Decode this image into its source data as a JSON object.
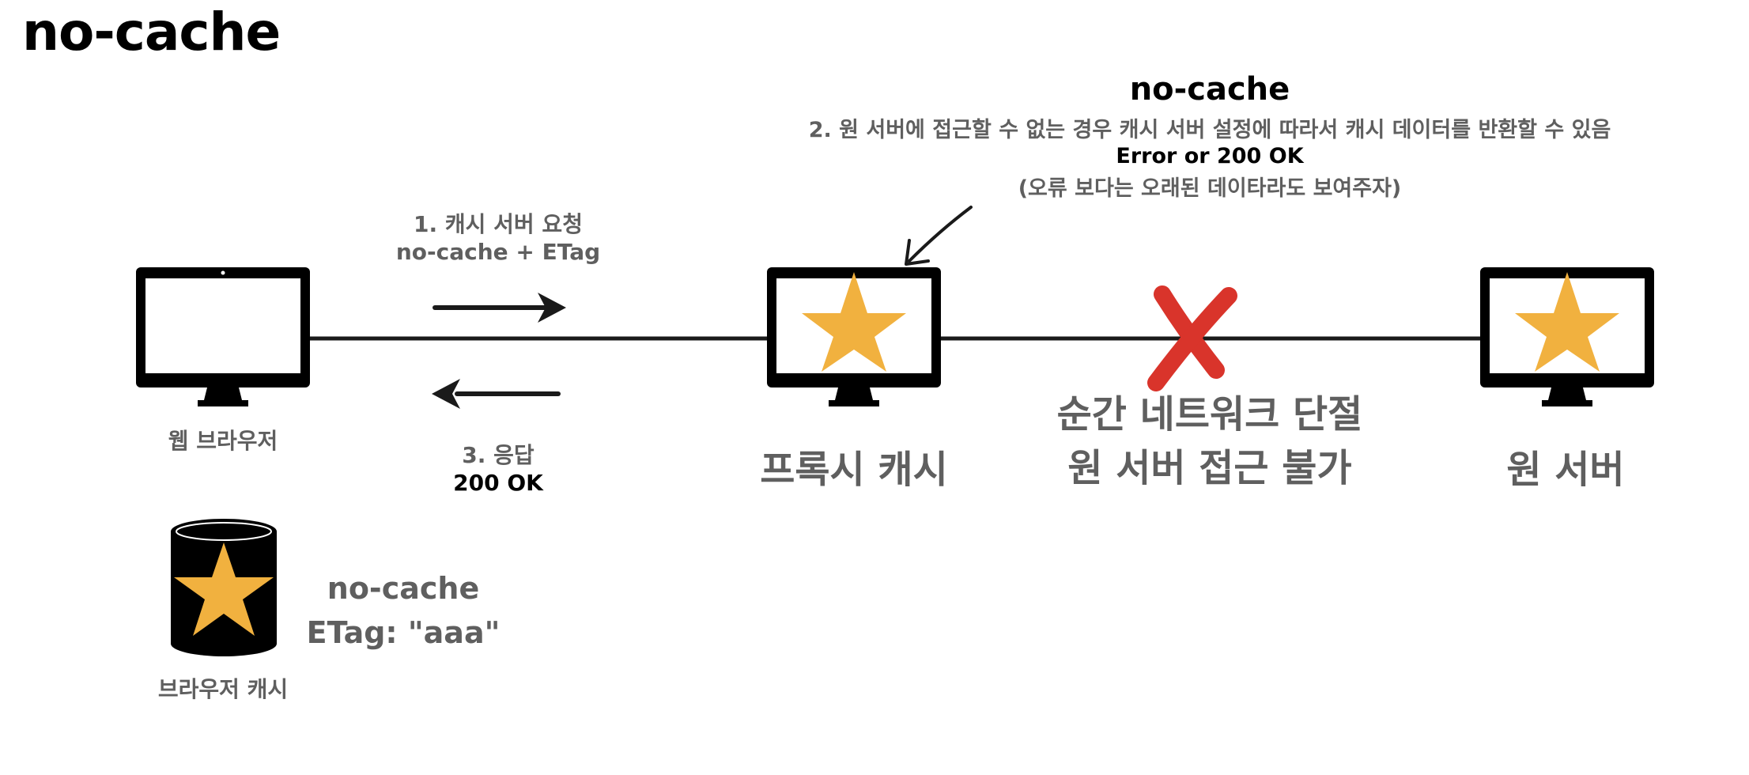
{
  "title": "no-cache",
  "request": {
    "step": "1. 캐시 서버 요청",
    "detail": "no-cache + ETag"
  },
  "response": {
    "step": "3. 응답",
    "detail": "200 OK"
  },
  "note": {
    "title": "no-cache",
    "step": "2. 원 서버에 접근할 수 없는 경우 캐시 서버 설정에 따라서 캐시 데이터를 반환할 수 있음",
    "result": "Error or 200 OK",
    "comment": "(오류 보다는 오래된 데이타라도 보여주자)"
  },
  "nodes": {
    "browser": "웹 브라우저",
    "proxy": "프록시 캐시",
    "origin": "원 서버"
  },
  "network_failure": {
    "line1": "순간 네트워크 단절",
    "line2": "원 서버 접근 불가"
  },
  "browser_cache": {
    "label": "브라우저 캐시",
    "policy": "no-cache",
    "etag": "ETag: \"aaa\""
  },
  "colors": {
    "star": "#f1b13f",
    "cross": "#d9342b",
    "text_gray": "#5f5f5f"
  }
}
